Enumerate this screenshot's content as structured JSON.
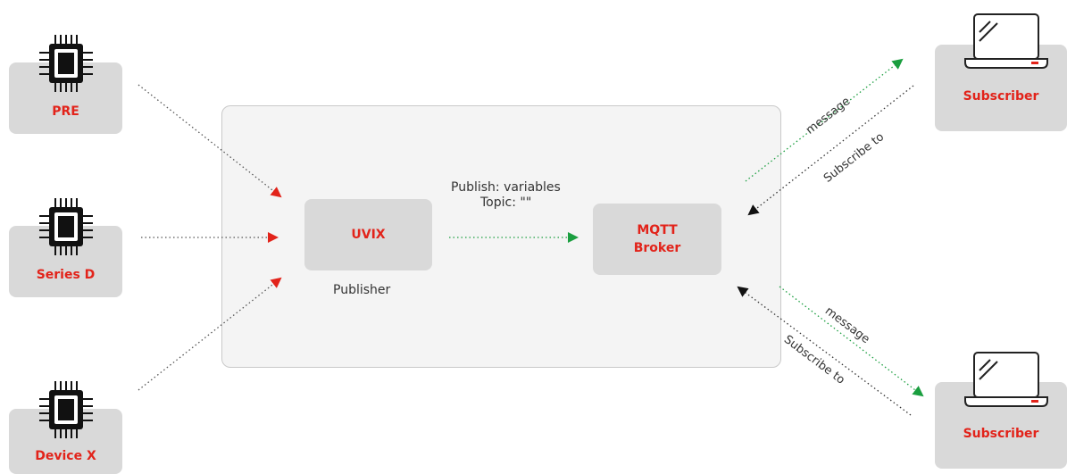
{
  "devices": [
    {
      "label": "PRE",
      "icon": "chip-icon"
    },
    {
      "label": "Series D",
      "icon": "chip-icon"
    },
    {
      "label": "Device X",
      "icon": "chip-icon"
    }
  ],
  "publisher": {
    "label": "UVIX",
    "caption": "Publisher"
  },
  "broker": {
    "line1": "MQTT",
    "line2": "Broker"
  },
  "publish_text": {
    "line1": "Publish: variables",
    "line2": "Topic: \"\""
  },
  "subscribers": [
    {
      "label": "Subscriber",
      "icon": "laptop-icon",
      "message_label": "message",
      "subscribe_label": "Subscribe to"
    },
    {
      "label": "Subscriber",
      "icon": "laptop-icon",
      "message_label": "message",
      "subscribe_label": "Subscribe to"
    }
  ],
  "colors": {
    "accent_red": "#e2231a",
    "arrow_green": "#1a9e3f",
    "arrow_black": "#111111",
    "box_gray": "#d9d9d9",
    "panel_gray": "#f4f4f4"
  }
}
